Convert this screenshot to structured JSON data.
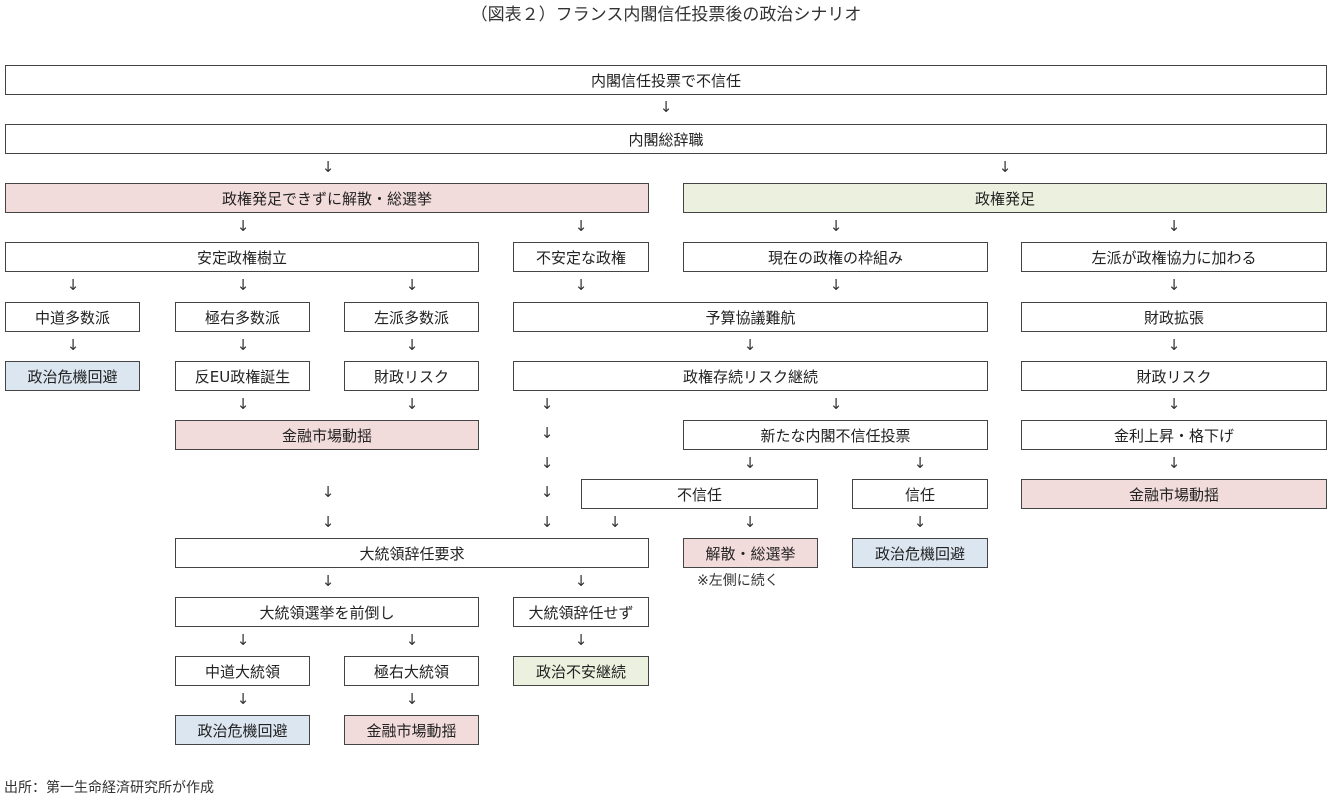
{
  "title": "（図表２）フランス内閣信任投票後の政治シナリオ",
  "arrow_glyph": "↓",
  "boxes": {
    "no_confidence": "内閣信任投票で不信任",
    "resignation": "内閣総辞職",
    "no_gov_dissolution": "政権発足できずに解散・総選挙",
    "gov_launch": "政権発足",
    "stable_gov": "安定政権樹立",
    "unstable_gov": "不安定な政権",
    "current_framework": "現在の政権の枠組み",
    "left_join": "左派が政権協力に加わる",
    "center_majority": "中道多数派",
    "far_right_majority": "極右多数派",
    "left_majority": "左派多数派",
    "budget_struggle": "予算協議難航",
    "fiscal_expansion": "財政拡張",
    "crisis_avoid_1": "政治危機回避",
    "anti_eu_gov": "反EU政権誕生",
    "fiscal_risk_1": "財政リスク",
    "gov_survival_risk": "政権存続リスク継続",
    "fiscal_risk_2": "財政リスク",
    "market_turmoil_1": "金融市場動揺",
    "new_no_confidence": "新たな内閣不信任投票",
    "rate_rise": "金利上昇・格下げ",
    "no_trust": "不信任",
    "trust": "信任",
    "market_turmoil_2": "金融市場動揺",
    "president_resign_demand": "大統領辞任要求",
    "dissolution_2": "解散・総選挙",
    "crisis_avoid_2": "政治危機回避",
    "early_election": "大統領選挙を前倒し",
    "no_resign": "大統領辞任せず",
    "center_president": "中道大統領",
    "far_right_president": "極右大統領",
    "political_instability": "政治不安継続",
    "crisis_avoid_3": "政治危機回避",
    "market_turmoil_3": "金融市場動揺"
  },
  "note": "※左側に続く",
  "source": "出所：第一生命経済研究所が作成",
  "colors": {
    "red": "#f2dcdb",
    "green": "#ebf1de",
    "blue": "#dce6f1",
    "border": "#444444"
  }
}
